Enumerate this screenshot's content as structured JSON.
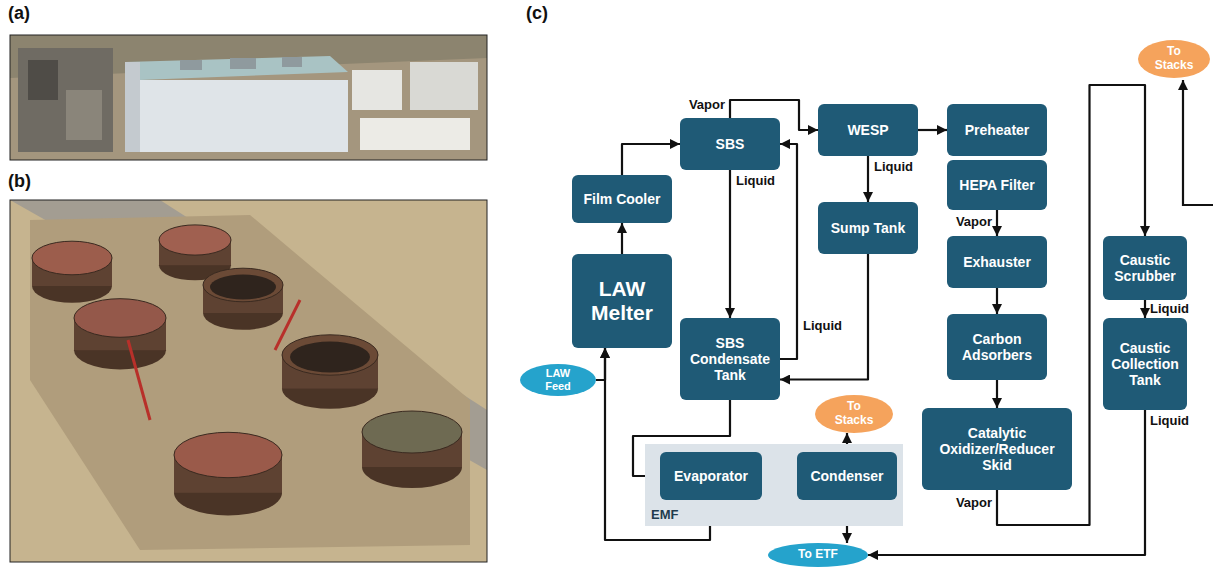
{
  "diagram": {
    "nodes": [
      {
        "text": [
          "To Stacks"
        ]
      },
      {
        "text": [
          "SBS"
        ]
      },
      {
        "text": [
          "WESP"
        ]
      },
      {
        "text": [
          "Preheater"
        ]
      },
      {
        "text": [
          "Film Cooler"
        ]
      },
      {
        "text": [
          "HEPA Filter"
        ]
      },
      {
        "text": [
          "Sump Tank"
        ]
      },
      {
        "text": [
          "Exhauster"
        ]
      },
      {
        "text": [
          "Caustic Scrubber"
        ]
      },
      {
        "text": [
          "LAW Melter"
        ]
      },
      {
        "text": [
          "SBS Condensate Tank"
        ]
      },
      {
        "text": [
          "Carbon Adsorbers"
        ]
      },
      {
        "text": [
          "Caustic Collection Tank"
        ]
      },
      {
        "text": [
          "LAW Feed"
        ]
      },
      {
        "text": [
          "To Stacks"
        ]
      },
      {
        "text": [
          "Catalytic Oxidizer/Reducer Skid"
        ]
      },
      {
        "text": [
          "EMF"
        ]
      },
      {
        "text": [
          "Evaporator"
        ],
        "in": 16
      },
      {
        "text": [
          "Condenser"
        ],
        "in": 16
      },
      {
        "text": [
          "To ETF"
        ]
      }
    ],
    "edges": [
      {
        "from": 13,
        "to": 9,
        "arrow": "to"
      },
      {
        "from": 9,
        "to": 4,
        "arrow": "to"
      },
      {
        "from": 4,
        "to": 1,
        "arrow": "to"
      },
      {
        "from": 1,
        "to": 2,
        "label": "Vapor",
        "arrow": "to"
      },
      {
        "from": 1,
        "to": 10,
        "label": "Liquid",
        "arrow": "to"
      },
      {
        "from": 10,
        "to": 1,
        "label": "Liquid",
        "arrow": "to"
      },
      {
        "from": 2,
        "to": 3,
        "arrow": "to"
      },
      {
        "from": 2,
        "to": 6,
        "label": "Liquid",
        "arrow": "to"
      },
      {
        "from": 6,
        "to": 10,
        "arrow": "to"
      },
      {
        "from": 5,
        "to": 7,
        "label": "Vapor",
        "arrow": "to"
      },
      {
        "from": 7,
        "to": 11,
        "arrow": "to"
      },
      {
        "from": 11,
        "to": 15,
        "arrow": "to"
      },
      {
        "from": 15,
        "to": 8,
        "label": "Vapor",
        "arrow": "to"
      },
      {
        "from": 8,
        "to": 12,
        "label": "Liquid",
        "arrow": "to"
      },
      {
        "from": 12,
        "to": 19,
        "label": "Liquid",
        "arrow": "to"
      },
      {
        "from": 10,
        "to": 17,
        "arrow": "to"
      },
      {
        "from": 17,
        "to": 18,
        "arrow": "to"
      },
      {
        "from": 18,
        "to": 14,
        "arrow": "to"
      },
      {
        "from": 18,
        "to": 19,
        "arrow": "to"
      },
      {
        "from": 17,
        "to": 9,
        "arrow": "to"
      }
    ],
    "labels": [
      "(a)",
      "(b)",
      "(c)"
    ]
  }
}
